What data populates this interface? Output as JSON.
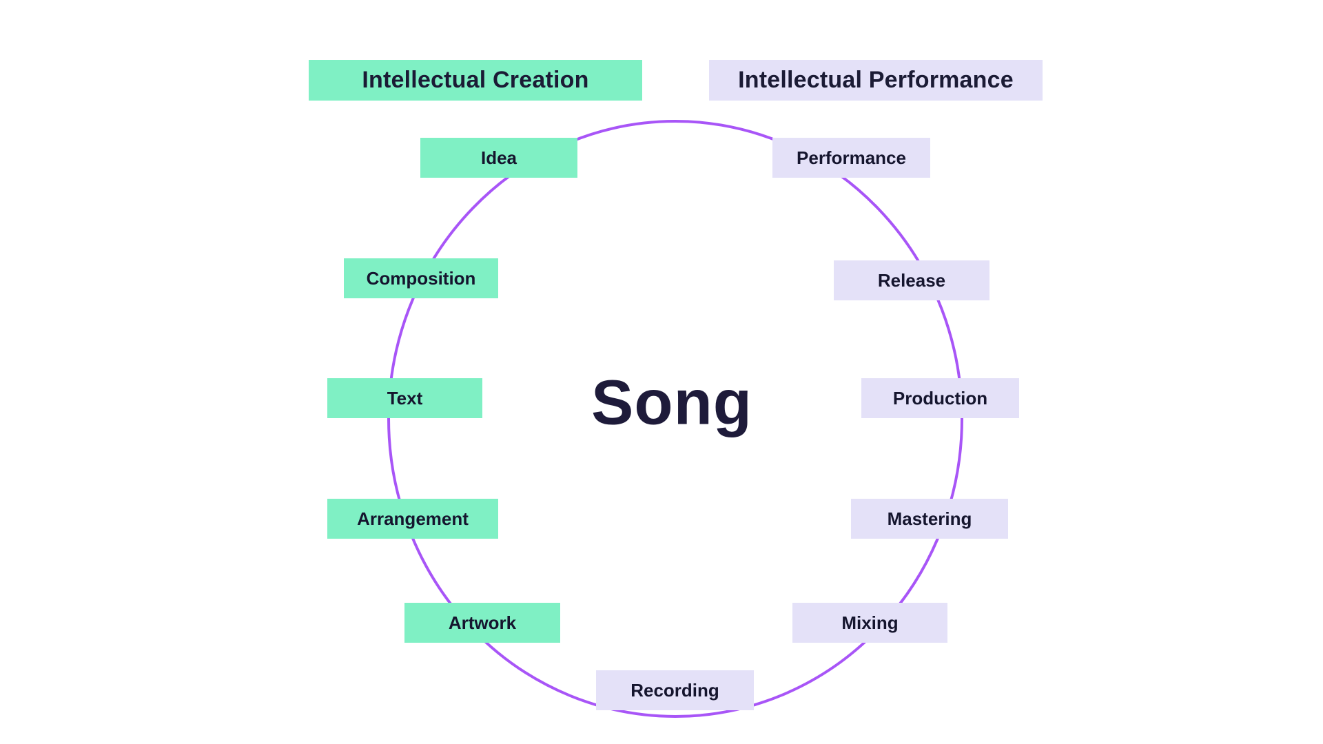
{
  "diagram": {
    "center_label": "Song",
    "circle_color": "#a855f7",
    "creation": {
      "header": "Intellectual Creation",
      "color": "#7ff0c4",
      "items": [
        {
          "label": "Idea"
        },
        {
          "label": "Composition"
        },
        {
          "label": "Text"
        },
        {
          "label": "Arrangement"
        },
        {
          "label": "Artwork"
        }
      ]
    },
    "performance": {
      "header": "Intellectual Performance",
      "color": "#e4e1f8",
      "items": [
        {
          "label": "Performance"
        },
        {
          "label": "Release"
        },
        {
          "label": "Production"
        },
        {
          "label": "Mastering"
        },
        {
          "label": "Mixing"
        },
        {
          "label": "Recording"
        }
      ]
    }
  }
}
